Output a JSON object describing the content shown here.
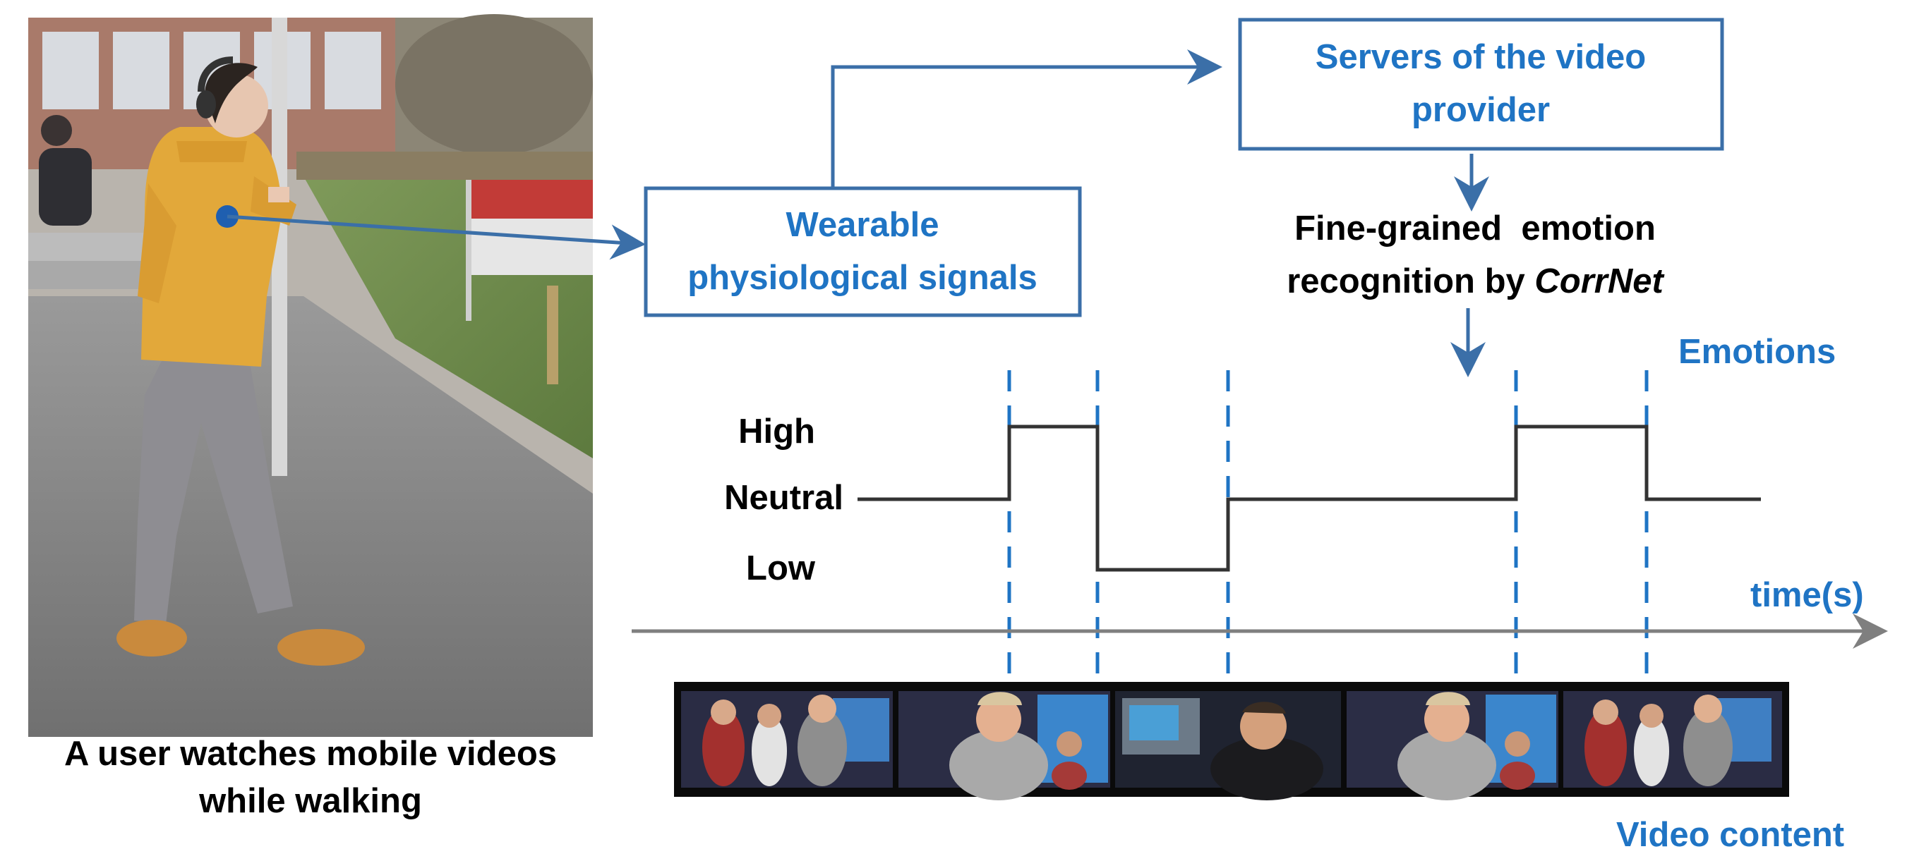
{
  "photo": {
    "caption_line1": "A user watches mobile videos",
    "caption_line2": "while walking"
  },
  "boxes": {
    "wearable_line1": "Wearable",
    "wearable_line2": "physiological signals",
    "servers_line1": "Servers of the video",
    "servers_line2": "provider"
  },
  "recognition": {
    "line1": "Fine-grained  emotion",
    "line2_prefix": "recognition by ",
    "line2_italic": "CorrNet"
  },
  "emotion_plot": {
    "title": "Emotions",
    "levels": [
      "High",
      "Neutral",
      "Low"
    ],
    "sequence": [
      "Neutral",
      "High",
      "Low",
      "Neutral",
      "High",
      "Neutral"
    ],
    "axis_label": "time(s)"
  },
  "video": {
    "label": "Video content",
    "frame_count": 5
  },
  "colors": {
    "accent_blue": "#1f74c4",
    "arrow_blue": "#3b6fa8",
    "dash_blue": "#1f74c4",
    "signal_line": "#333333",
    "axis_gray": "#7f7f7f"
  }
}
